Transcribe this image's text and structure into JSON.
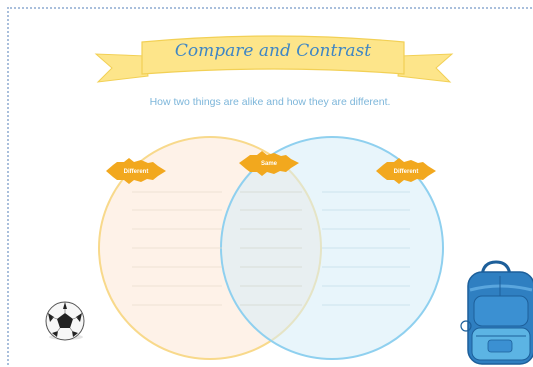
{
  "title": "Compare and Contrast",
  "subtitle": "How two things are alike and how they are different.",
  "labels": {
    "left": "Different",
    "center": "Same",
    "right": "Different"
  },
  "colors": {
    "banner_fill": "#fde58a",
    "banner_stroke": "#f2d055",
    "title": "#3f86c4",
    "subtitle": "#7db6da",
    "left_circle_fill": "#fdeee0",
    "left_circle_stroke": "#f8d98b",
    "right_circle_fill": "#d5ecf7",
    "right_circle_stroke": "#8fd0ef",
    "badge": "#f2a81e",
    "frame": "#a9bfdc"
  },
  "icons": {
    "left_decoration": "soccer-ball-icon",
    "right_decoration": "backpack-icon"
  }
}
